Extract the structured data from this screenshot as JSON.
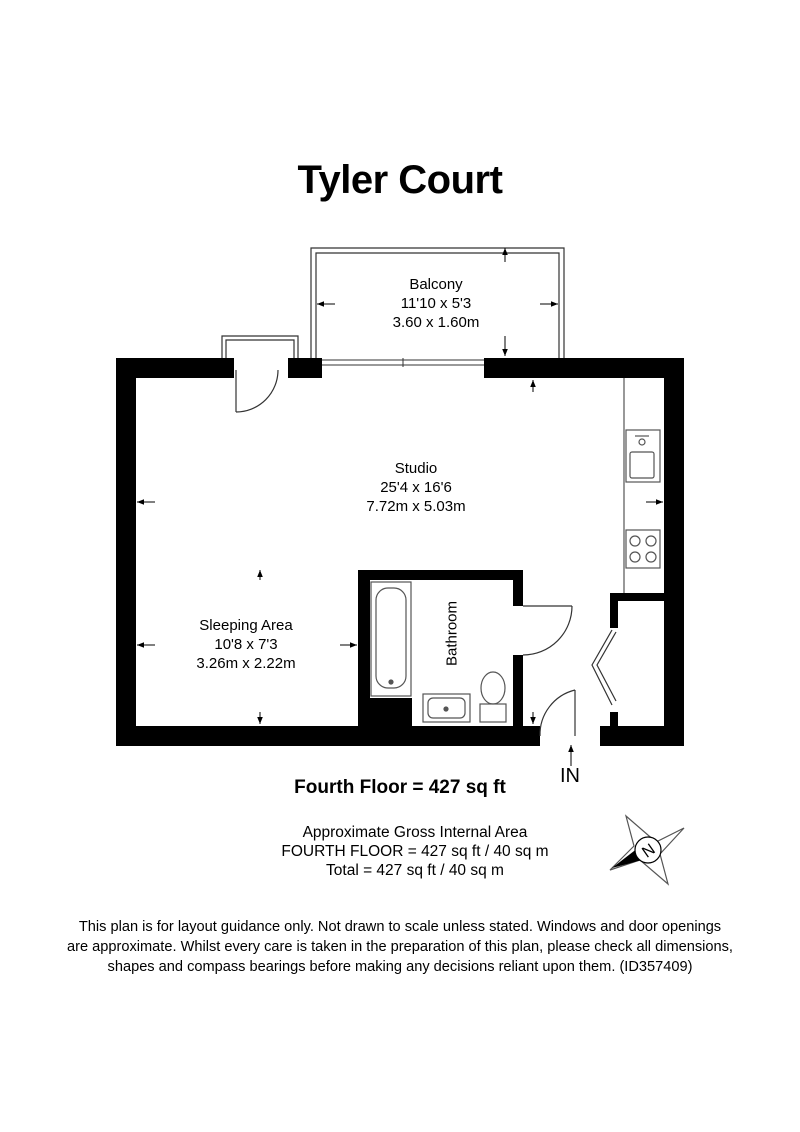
{
  "title": "Tyler Court",
  "rooms": {
    "balcony": {
      "name": "Balcony",
      "imperial": "11'10 x 5'3",
      "metric": "3.60 x 1.60m"
    },
    "studio": {
      "name": "Studio",
      "imperial": "25'4 x 16'6",
      "metric": "7.72m x 5.03m"
    },
    "sleeping": {
      "name": "Sleeping Area",
      "imperial": "10'8 x 7'3",
      "metric": "3.26m x 2.22m"
    },
    "bathroom": {
      "name": "Bathroom"
    }
  },
  "entrance_label": "IN",
  "floor_total": "Fourth Floor = 427 sq ft",
  "area_summary": {
    "heading": "Approximate Gross Internal Area",
    "floor_line": "FOURTH FLOOR = 427 sq ft / 40 sq m",
    "total_line": "Total = 427 sq ft / 40 sq m"
  },
  "compass_letter": "N",
  "disclaimer": {
    "line1": "This plan is for layout guidance only. Not drawn to scale unless stated. Windows and door openings",
    "line2": "are approximate. Whilst every care is taken in the preparation of this plan, please check all dimensions,",
    "line3": "shapes and compass bearings before making any decisions reliant upon them. (ID357409)"
  },
  "colors": {
    "wall": "#000000",
    "fixture": "#555555",
    "background": "#ffffff"
  }
}
